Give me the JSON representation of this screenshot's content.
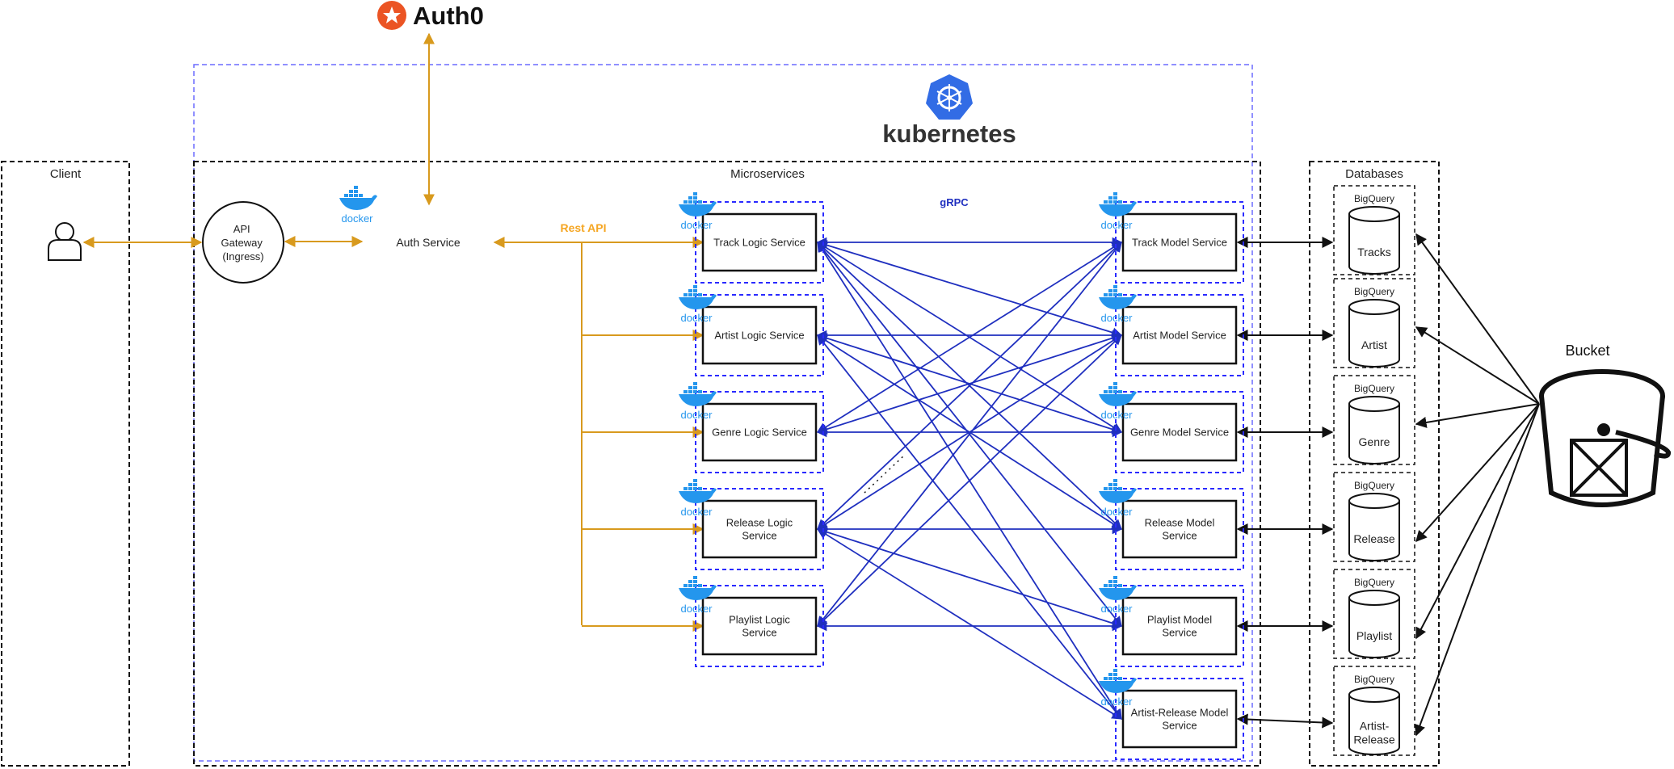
{
  "brand": {
    "auth0": "Auth0",
    "kubernetes": "kubernetes",
    "docker": "docker"
  },
  "groups": {
    "client": "Client",
    "microservices": "Microservices",
    "databases": "Databases"
  },
  "nodes": {
    "api_gateway": [
      "API",
      "Gateway",
      "(Ingress)"
    ],
    "auth_service": "Auth Service",
    "bucket": "Bucket"
  },
  "labels": {
    "rest_api": "Rest API",
    "grpc": "gRPC"
  },
  "logic_services": [
    [
      "Track Logic Service"
    ],
    [
      "Artist Logic Service"
    ],
    [
      "Genre Logic Service"
    ],
    [
      "Release Logic",
      "Service"
    ],
    [
      "Playlist Logic",
      "Service"
    ]
  ],
  "model_services": [
    [
      "Track Model Service"
    ],
    [
      "Artist Model Service"
    ],
    [
      "Genre Model Service"
    ],
    [
      "Release Model",
      "Service"
    ],
    [
      "Playlist Model",
      "Service"
    ],
    [
      "Artist-Release Model",
      "Service"
    ]
  ],
  "databases": [
    {
      "tag": "BigQuery",
      "name": [
        "Tracks"
      ]
    },
    {
      "tag": "BigQuery",
      "name": [
        "Artist"
      ]
    },
    {
      "tag": "BigQuery",
      "name": [
        "Genre"
      ]
    },
    {
      "tag": "BigQuery",
      "name": [
        "Release"
      ]
    },
    {
      "tag": "BigQuery",
      "name": [
        "Playlist"
      ]
    },
    {
      "tag": "BigQuery",
      "name": [
        "Artist-",
        "Release"
      ]
    }
  ],
  "colors": {
    "grpc": "#1f2fbf",
    "rest": "#d89a1e",
    "rest_label": "#f5a623",
    "k8s": "#326ce5",
    "docker": "#2496ed",
    "auth0": "#eb5424",
    "frame_blue": "#6b6bff",
    "dash_blue": "#2a2aff",
    "black": "#111111"
  }
}
